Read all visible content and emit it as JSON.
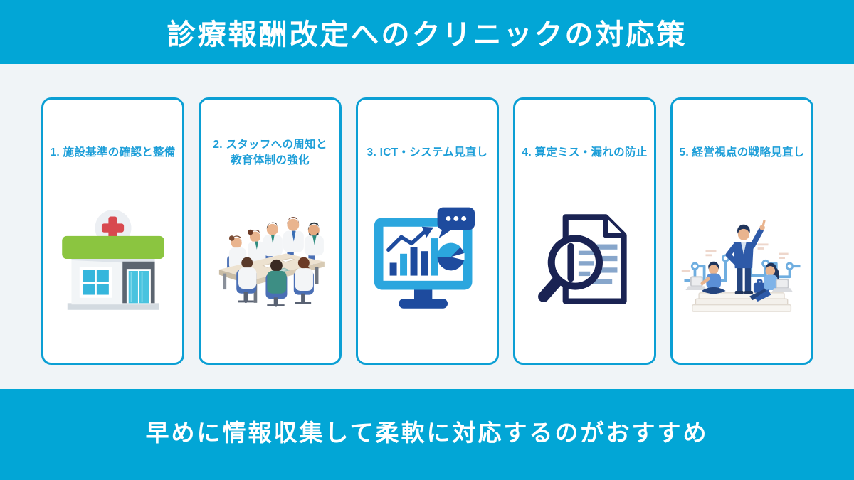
{
  "page": {
    "title": "診療報酬改定へのクリニックの対応策",
    "footer": "早めに情報収集して柔軟に対応するのがおすすめ"
  },
  "colors": {
    "banner_cyan": "#02A6D6",
    "background": "#F0F4F7",
    "card_border": "#0B9FD4",
    "card_title_blue": "#1C9ED8",
    "icon_dark_blue": "#1E4B9E",
    "icon_cyan": "#2BA6DE",
    "icon_navy": "#1A2353",
    "clinic_roof_green": "#8BC540",
    "clinic_cross_red": "#D8494F"
  },
  "cards": [
    {
      "icon": "clinic-building",
      "title": "1. 施設基準の確認と整備",
      "lines": [
        "1. 施設基準の確認と整備"
      ]
    },
    {
      "icon": "staff-meeting",
      "title": "2. スタッフへの周知と教育体制の強化",
      "lines": [
        "2. スタッフへの周知と",
        "教育体制の強化"
      ]
    },
    {
      "icon": "ict-dashboard",
      "title": "3. ICT・システム見直し",
      "lines": [
        "3. ICT・システム見直し"
      ]
    },
    {
      "icon": "magnifier-document",
      "title": "4. 算定ミス・漏れの防止",
      "lines": [
        "4. 算定ミス・漏れの防止"
      ]
    },
    {
      "icon": "business-strategy",
      "title": "5. 経営視点の戦略見直し",
      "lines": [
        "5. 経営視点の戦略見直し"
      ]
    }
  ]
}
